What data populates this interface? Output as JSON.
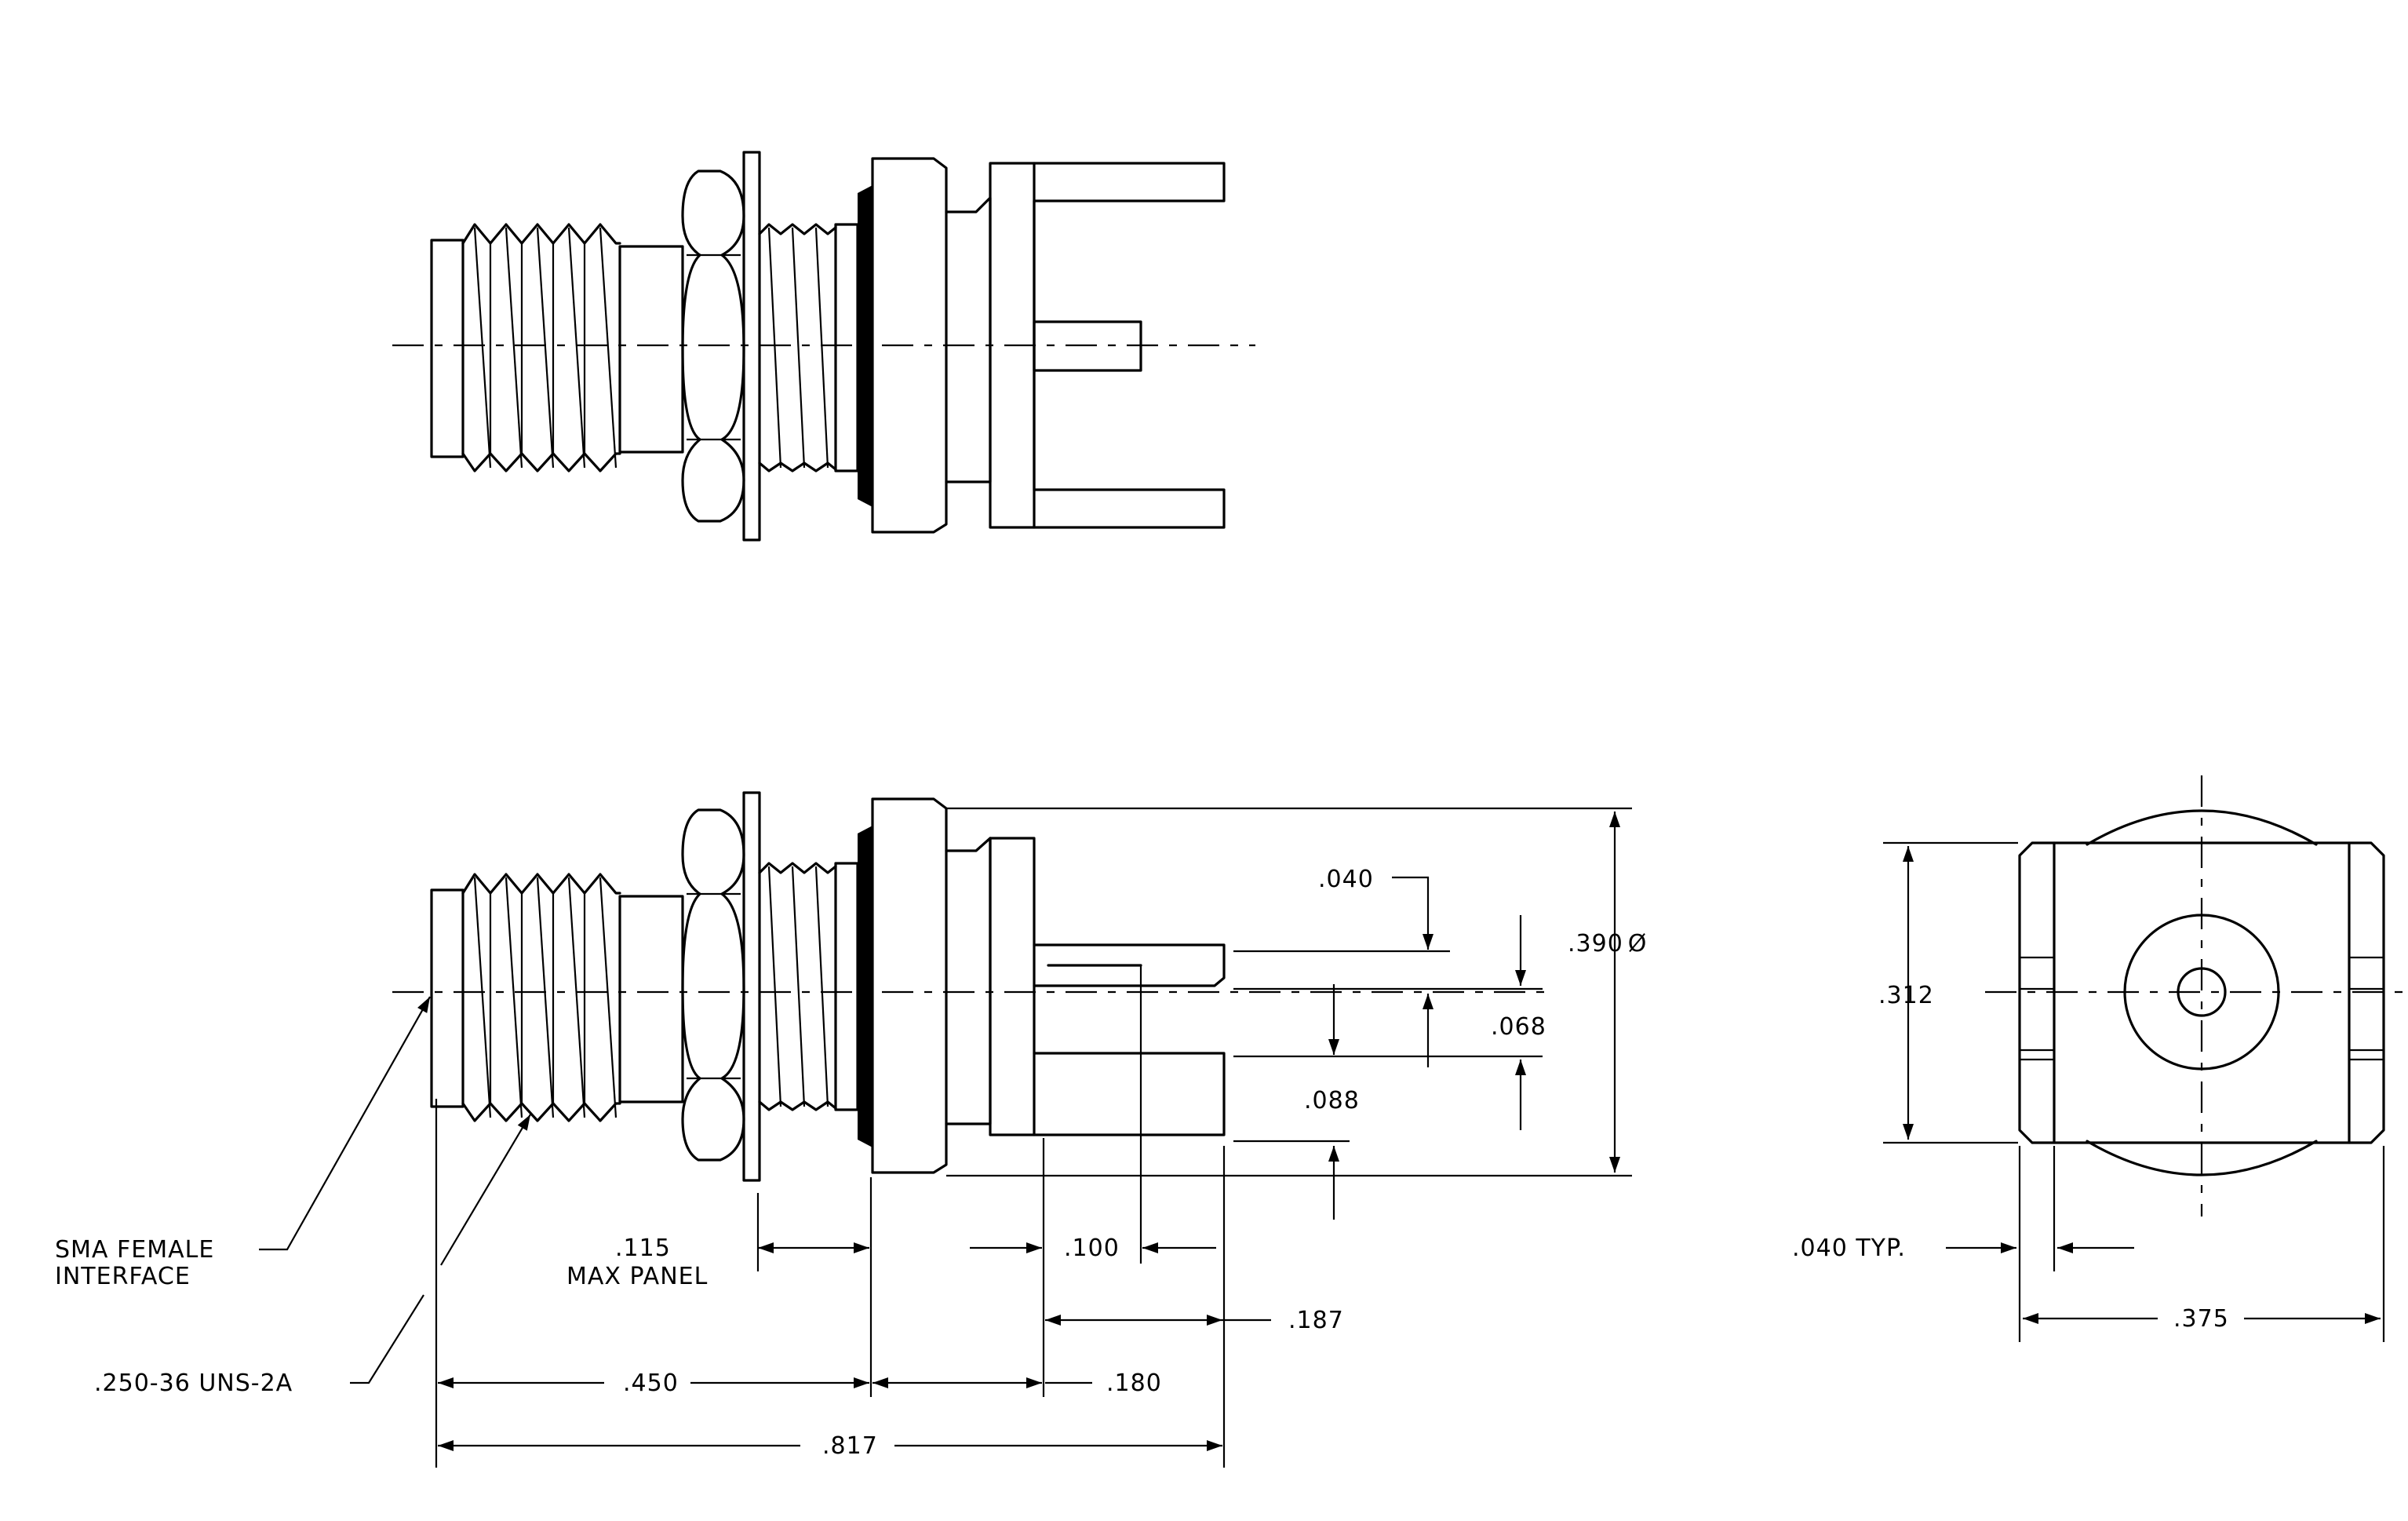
{
  "title": "",
  "callouts": {
    "sma_interface_line1": "SMA FEMALE",
    "sma_interface_line2": "INTERFACE",
    "thread_spec": ".250-36 UNS-2A",
    "panel_thickness": ".115",
    "panel_note": "MAX PANEL"
  },
  "dimensions": {
    "pin_offset_top": ".040",
    "pin_spacing": ".068",
    "pin_offset_bottom": ".088",
    "flange_diameter": ".390",
    "diameter_symbol": "Ø",
    "pin_width": ".100",
    "pin_length": ".187",
    "body_length": ".450",
    "tail_length": ".180",
    "overall_length": ".817",
    "end_view_height": ".312",
    "end_view_width": ".375",
    "leg_width": ".040 TYP."
  }
}
